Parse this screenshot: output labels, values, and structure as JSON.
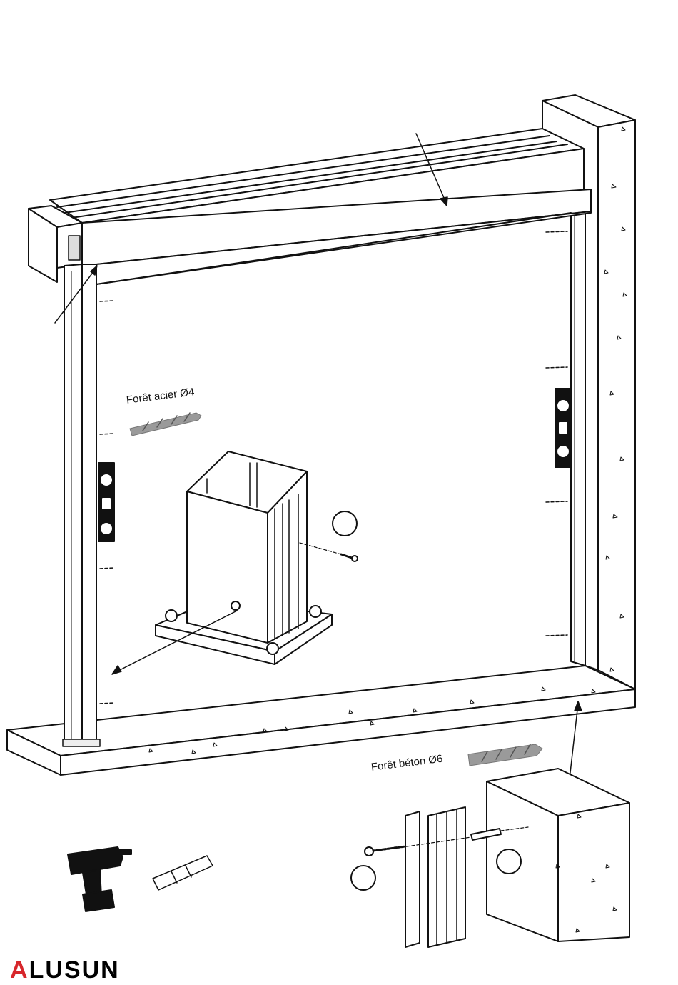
{
  "labels": {
    "drill_bit_steel": "Forêt acier Ø4",
    "drill_bit_concrete": "Forêt béton Ø6"
  },
  "brand": {
    "first_letter": "A",
    "rest": "LUSUN",
    "accent_color": "#d7262b"
  },
  "colors": {
    "line": "#111111",
    "drill_bit_fill": "#9a9a9a",
    "background": "#ffffff"
  },
  "icons": [
    "cordless-drill-icon",
    "screwdriver-bit-icon",
    "spirit-level-icon",
    "drill-bit-icon",
    "screw-icon",
    "wall-plug-icon"
  ]
}
